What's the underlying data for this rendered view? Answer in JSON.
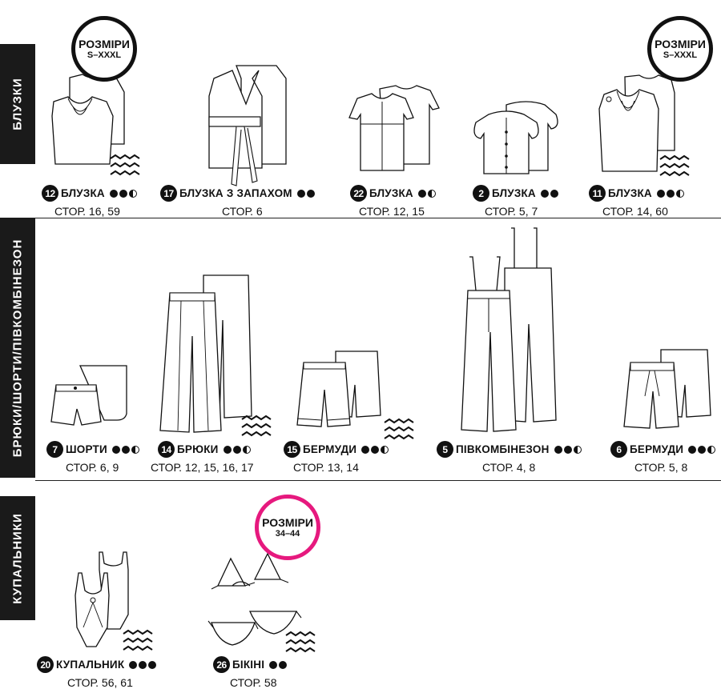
{
  "sections": {
    "blouses": "БЛУЗКИ",
    "trousers": "БРЮКИ/ШОРТИ/ПІВКОМБІНЕЗОН",
    "swimwear": "КУПАЛЬНИКИ"
  },
  "badges": [
    {
      "line1": "РОЗМІРИ",
      "line2": "S–XXXL",
      "color": "#111111"
    },
    {
      "line1": "РОЗМІРИ",
      "line2": "S–XXXL",
      "color": "#111111"
    },
    {
      "line1": "РОЗМІРИ",
      "line2": "34–44",
      "color": "#e6197e"
    }
  ],
  "items": [
    {
      "num": "12",
      "name": "БЛУЗКА",
      "difficulty": 2.5,
      "pages": "СТОР. 16, 59",
      "icon": "zigzag-icon"
    },
    {
      "num": "17",
      "name": "БЛУЗКА З ЗАПАХОМ",
      "difficulty": 2,
      "pages": "СТОР. 6"
    },
    {
      "num": "22",
      "name": "БЛУЗКА",
      "difficulty": 1.5,
      "pages": "СТОР. 12, 15"
    },
    {
      "num": "2",
      "name": "БЛУЗКА",
      "difficulty": 2,
      "pages": "СТОР. 5, 7"
    },
    {
      "num": "11",
      "name": "БЛУЗКА",
      "difficulty": 2.5,
      "pages": "СТОР. 14, 60",
      "icon": "zigzag-icon"
    },
    {
      "num": "7",
      "name": "ШОРТИ",
      "difficulty": 2.5,
      "pages": "СТОР. 6, 9"
    },
    {
      "num": "14",
      "name": "БРЮКИ",
      "difficulty": 2.5,
      "pages": "СТОР. 12, 15, 16, 17",
      "icon": "zigzag-icon"
    },
    {
      "num": "15",
      "name": "БЕРМУДИ",
      "difficulty": 2.5,
      "pages": "СТОР. 13, 14",
      "icon": "zigzag-icon"
    },
    {
      "num": "5",
      "name": "ПІВКОМБІНЕЗОН",
      "difficulty": 2.5,
      "pages": "СТОР. 4, 8"
    },
    {
      "num": "6",
      "name": "БЕРМУДИ",
      "difficulty": 2.5,
      "pages": "СТОР. 5, 8"
    },
    {
      "num": "20",
      "name": "КУПАЛЬНИК",
      "difficulty": 3,
      "pages": "СТОР. 56, 61",
      "icon": "zigzag-icon"
    },
    {
      "num": "26",
      "name": "БІКІНІ",
      "difficulty": 2,
      "pages": "СТОР. 58",
      "icon": "zigzag-icon"
    }
  ]
}
